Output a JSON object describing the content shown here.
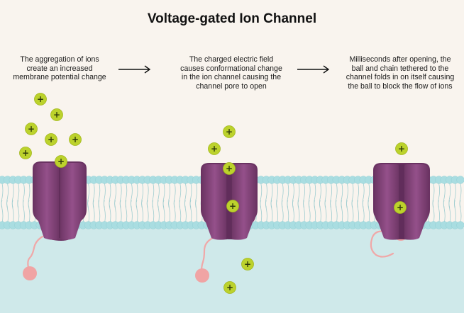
{
  "title": "Voltage-gated Ion Channel",
  "steps": [
    {
      "lines": [
        "The aggregation of ions",
        "create an increased",
        "membrane potential change"
      ]
    },
    {
      "lines": [
        "The charged electric field",
        "causes conformational change",
        "in the ion channel causing the",
        "channel pore to open"
      ]
    },
    {
      "lines": [
        "Milliseconds after opening, the",
        "ball and chain tethered to the",
        "channel folds in on itself causing",
        "the ball to block the flow of ions"
      ]
    }
  ],
  "ion_label": "+",
  "colors": {
    "background": "#f9f4ee",
    "intracellular": "#cfe9ea",
    "lipid_head": "#a9dde1",
    "channel": "#8a4a80",
    "ion": "#bcd22c",
    "ball": "#f0a4a4"
  }
}
